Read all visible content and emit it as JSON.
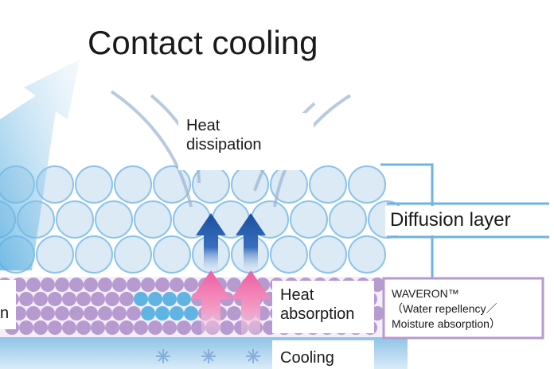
{
  "title": "Contact cooling",
  "labels": {
    "heat_dissipation": [
      "Heat",
      "dissipation"
    ],
    "diffusion_layer": "Diffusion layer",
    "heat_absorption": [
      "Heat",
      "absorption"
    ],
    "waveron": [
      "WAVERON™",
      "（Water repellency／",
      "Moisture absorption）"
    ],
    "cooling": "Cooling",
    "left_cropped": "n"
  },
  "colors": {
    "diffusion_circle": "#dceaf6",
    "diffusion_stroke": "#8dc3ea",
    "waveron_purple": "#b79ad0",
    "blue_dot": "#5fb4e3",
    "pink_arrow": "#ee5da0",
    "blue_arrow": "#1a4fa0",
    "cooling_band": "#9ecbe8"
  }
}
